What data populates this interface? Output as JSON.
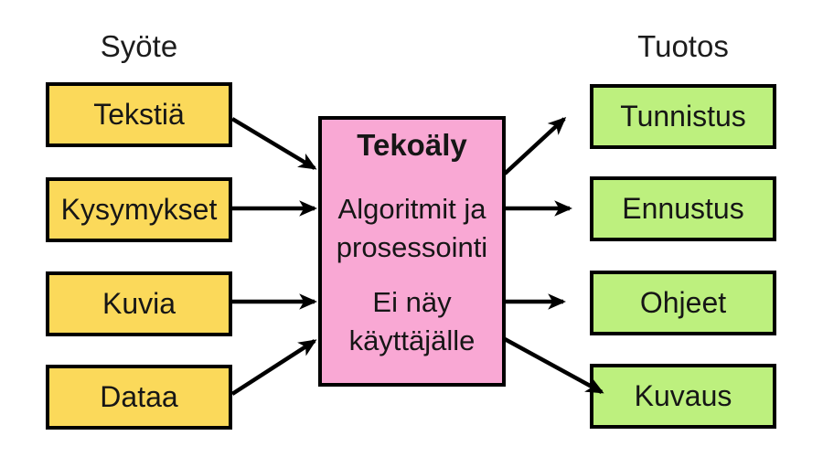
{
  "diagram": {
    "input_header": "Syöte",
    "output_header": "Tuotos",
    "inputs": [
      "Tekstiä",
      "Kysymykset",
      "Kuvia",
      "Dataa"
    ],
    "center": {
      "title": "Tekoäly",
      "body1_line1": "Algoritmit ja",
      "body1_line2": "prosessointi",
      "body2_line1": "Ei näy",
      "body2_line2": "käyttäjälle"
    },
    "outputs": [
      "Tunnistus",
      "Ennustus",
      "Ohjeet",
      "Kuvaus"
    ]
  },
  "colors": {
    "input_box": "#FBD95A",
    "center_box": "#F9A8D4",
    "output_box": "#BDF07E",
    "border": "#000000",
    "arrow": "#000000"
  }
}
